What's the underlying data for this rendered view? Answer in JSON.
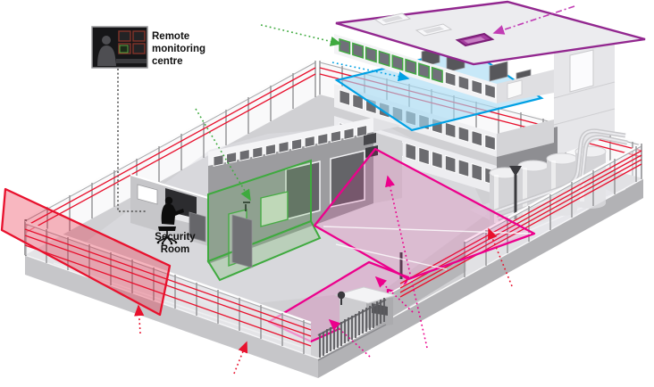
{
  "labels": {
    "remote_line1": "Remote",
    "remote_line2": "monitoring",
    "remote_line3": "centre",
    "security_line1": "Security",
    "security_line2": "Room"
  },
  "colors": {
    "perimeter_sensor_red": "#e8112d",
    "entry_protection_green": "#3faa3f",
    "motion_detection_magenta": "#ec008c",
    "floor_plane_blue": "#00a0e4",
    "roof_plane_purple": "#92278f",
    "skylight_purple_fill": "#a53da0",
    "connector_gray": "#4d4d4d"
  }
}
